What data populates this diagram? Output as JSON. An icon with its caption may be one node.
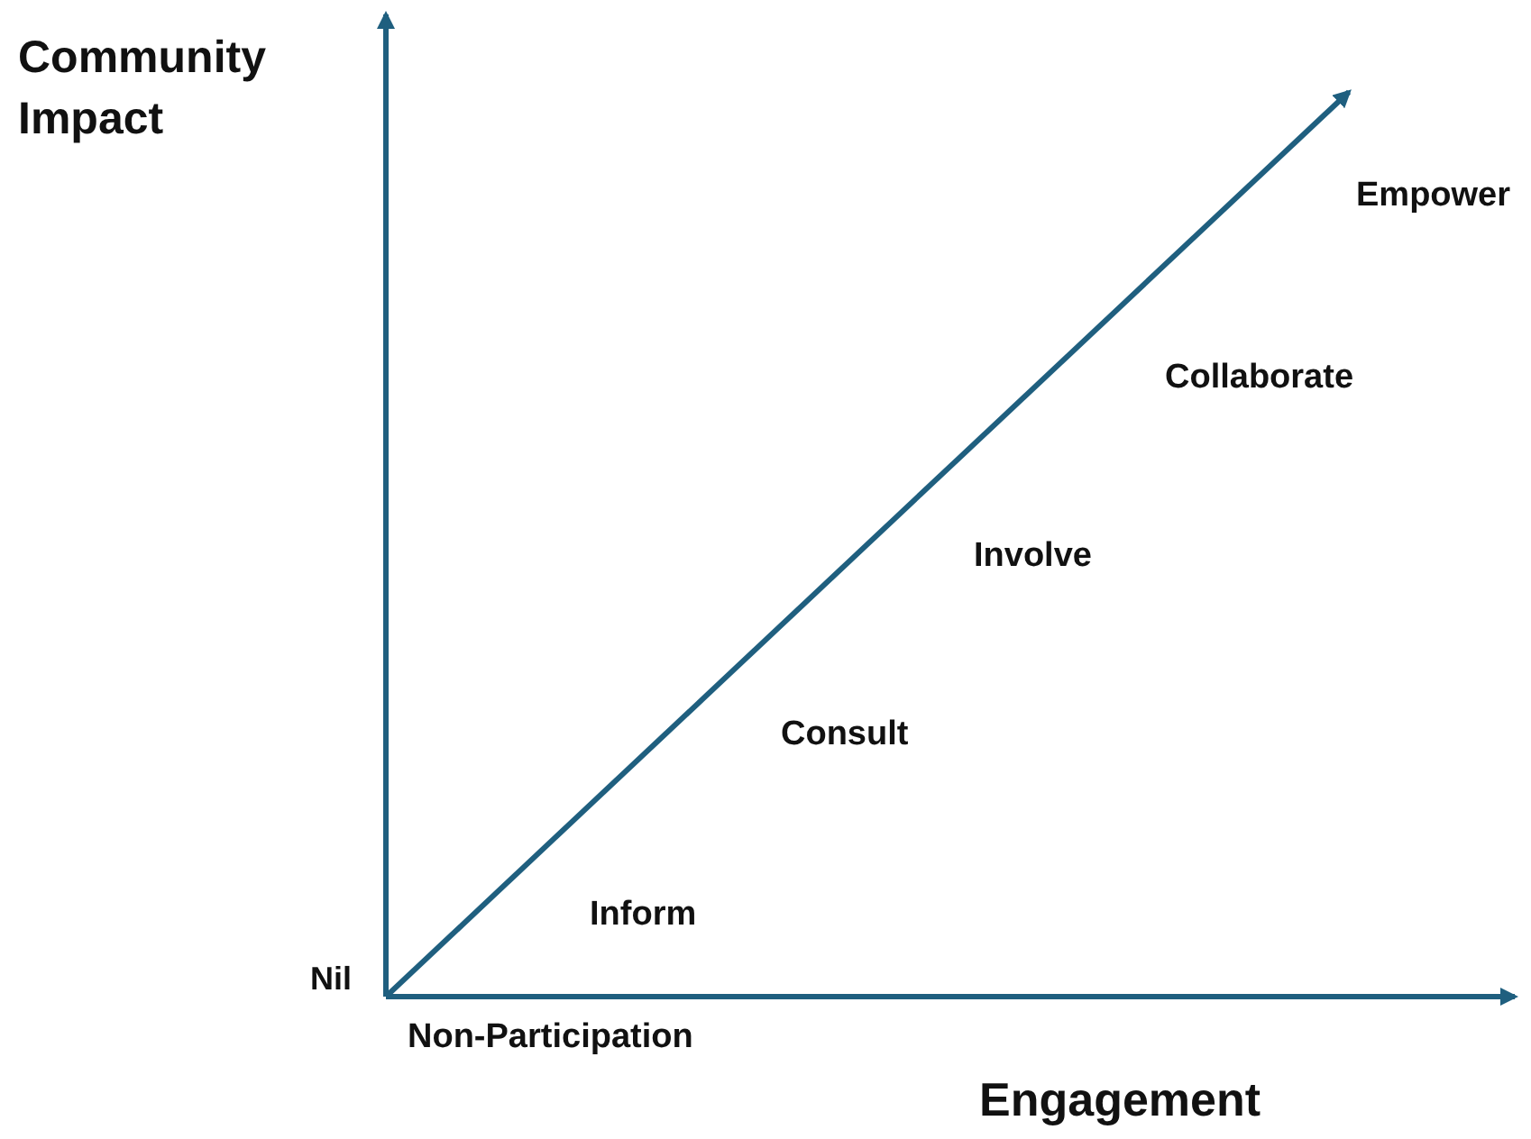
{
  "diagram": {
    "labels": [
      "Community Impact",
      "Empower",
      "Collaborate",
      "Involve",
      "Consult",
      "Inform",
      "Nil",
      "Non-Participation",
      "Engagement"
    ]
  }
}
